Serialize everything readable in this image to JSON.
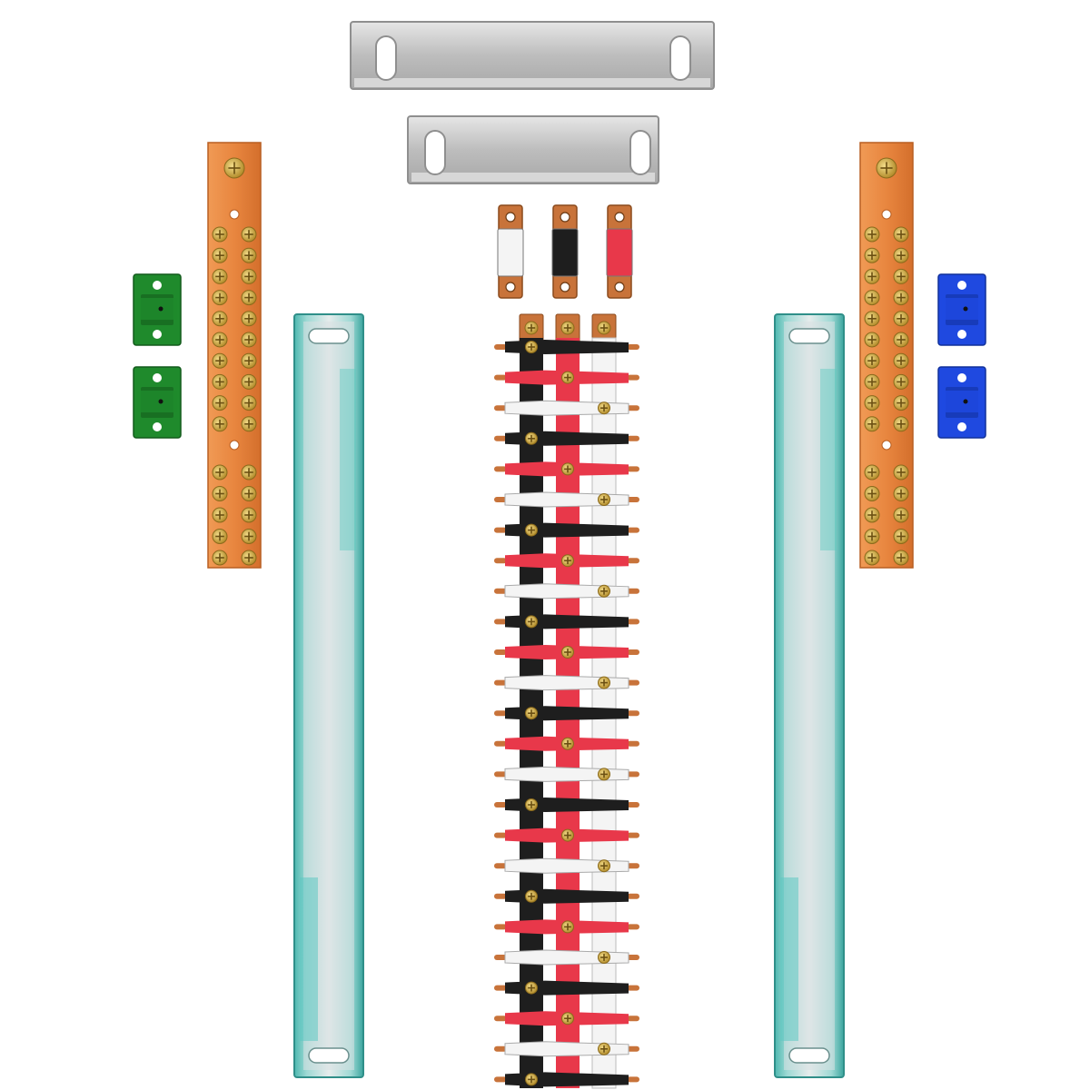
{
  "palette": {
    "background": "#ffffff",
    "copper": "#e8863f",
    "copper_dark": "#b85f22",
    "brass": "#d4b04a",
    "aluminum": "#c8c8c8",
    "aluminum_dark": "#9a9a9a",
    "rail_teal": "#5fc9c2",
    "rail_light": "#dfe7e8",
    "red": "#e8384a",
    "black": "#1e1e1e",
    "white_bar": "#f4f4f4",
    "green": "#1f8a2c",
    "blue": "#1f49e0",
    "tab_copper": "#c8733a"
  },
  "scene": {
    "top_brackets": 2,
    "phase_tabs": [
      "white-tab",
      "black-tab",
      "red-tab"
    ],
    "ground_bars": 2,
    "din_rails": 2,
    "green_insulators": 2,
    "blue_insulators": 2,
    "bus_layers": 25,
    "ground_bar_terminal_pairs_upper": 10,
    "ground_bar_terminal_pairs_lower": 5
  }
}
